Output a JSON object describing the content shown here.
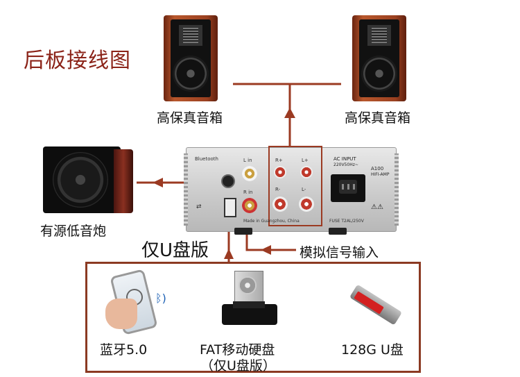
{
  "title": "后板接线图",
  "speaker_left_label": "高保真音箱",
  "speaker_right_label": "高保真音箱",
  "subwoofer_label": "有源低音炮",
  "u_only_label": "仅U盘版",
  "analog_label": "模拟信号输入",
  "panel": {
    "bluetooth": "Bluetooth",
    "l_in": "L in",
    "r_in": "R in",
    "r_plus": "R+",
    "l_plus": "L+",
    "r_minus": "R-",
    "l_minus": "L-",
    "ac_input": "AC INPUT",
    "ac_voltage": "220V50Hz~",
    "model": "A100",
    "hifi": "HIFI-AMP",
    "made_in": "Made in Guangzhou, China",
    "fuse": "FUSE T2AL/250V"
  },
  "sources": [
    {
      "label": "蓝牙5.0"
    },
    {
      "label": "FAT移动硬盘",
      "sublabel": "（仅U盘版）"
    },
    {
      "label": "128G U盘"
    }
  ],
  "colors": {
    "accent": "#8b2318",
    "wire": "#9b3a22",
    "box": "#8b3a22"
  }
}
